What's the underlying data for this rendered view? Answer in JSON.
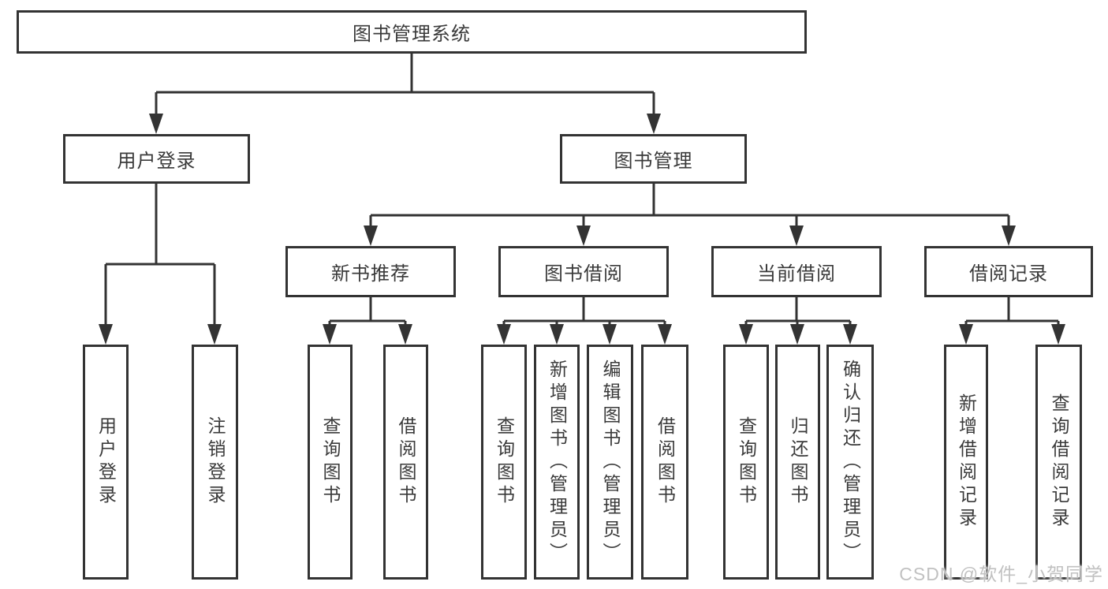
{
  "tree": {
    "label": "图书管理系统",
    "children": [
      {
        "label": "用户登录",
        "children": [
          {
            "label": "用户登录"
          },
          {
            "label": "注销登录"
          }
        ]
      },
      {
        "label": "图书管理",
        "children": [
          {
            "label": "新书推荐",
            "children": [
              {
                "label": "查询图书"
              },
              {
                "label": "借阅图书"
              }
            ]
          },
          {
            "label": "图书借阅",
            "children": [
              {
                "label": "查询图书"
              },
              {
                "label": "新增图书（管理员）"
              },
              {
                "label": "编辑图书（管理员）"
              },
              {
                "label": "借阅图书"
              }
            ]
          },
          {
            "label": "当前借阅",
            "children": [
              {
                "label": "查询图书"
              },
              {
                "label": "归还图书"
              },
              {
                "label": "确认归还（管理员）"
              }
            ]
          },
          {
            "label": "借阅记录",
            "children": [
              {
                "label": "新增借阅记录"
              },
              {
                "label": "查询借阅记录"
              }
            ]
          }
        ]
      }
    ]
  },
  "watermark": {
    "text": "CSDN @软件_小贺同学"
  },
  "colors": {
    "line": "#333333",
    "box_border": "#333333",
    "box_fill": "#ffffff",
    "text": "#3a3a3a",
    "watermark": "#c1c1c1",
    "background": "#ffffff"
  }
}
